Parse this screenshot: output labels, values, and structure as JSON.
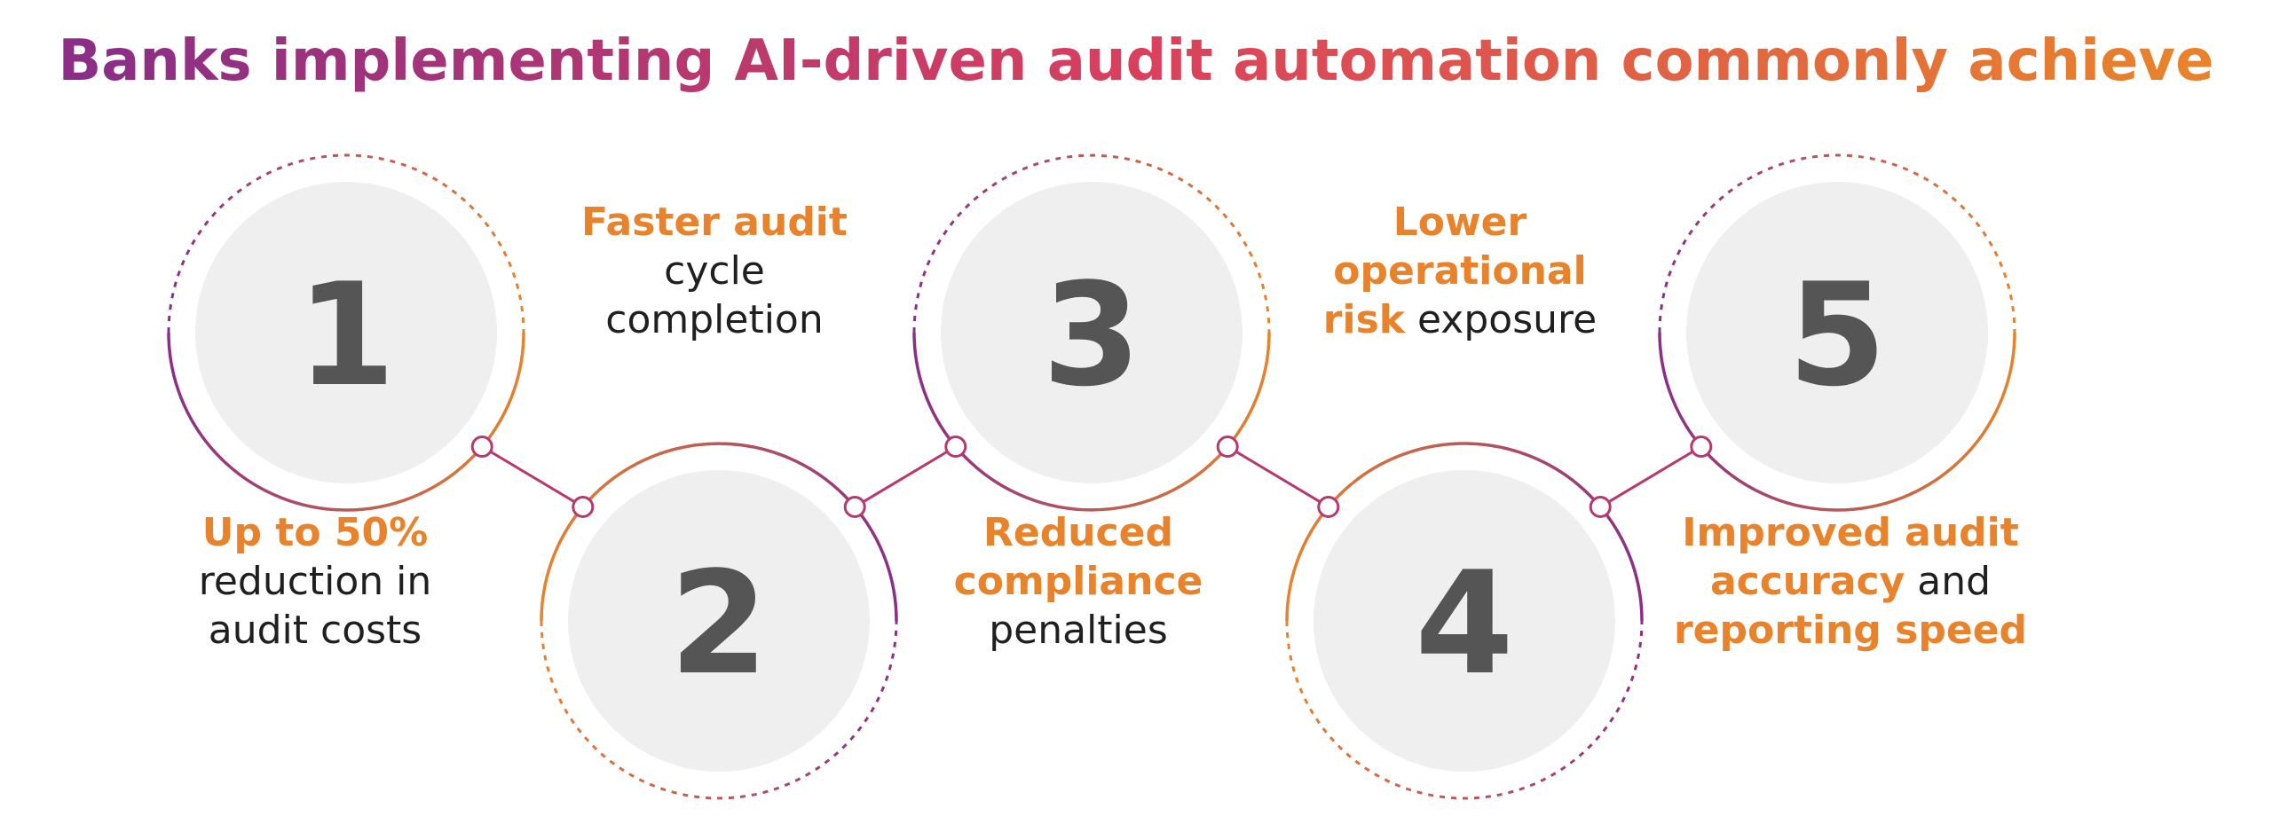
{
  "title": "Banks implementing AI-driven audit automation commonly achieve",
  "colors": {
    "purple": "#8B2E86",
    "magenta": "#C8336A",
    "orange": "#E8822B",
    "disk": "#EFEFEF",
    "number": "#555555",
    "text": "#1F1F1F"
  },
  "steps": [
    {
      "number": "1",
      "caption": [
        [
          {
            "t": "Up to 50%",
            "hl": true
          }
        ],
        [
          {
            "t": "reduction in",
            "hl": false
          }
        ],
        [
          {
            "t": "audit costs",
            "hl": false
          }
        ]
      ]
    },
    {
      "number": "2",
      "caption": [
        [
          {
            "t": "Faster audit",
            "hl": true
          }
        ],
        [
          {
            "t": "cycle",
            "hl": false
          }
        ],
        [
          {
            "t": "completion",
            "hl": false
          }
        ]
      ]
    },
    {
      "number": "3",
      "caption": [
        [
          {
            "t": "Reduced",
            "hl": true
          }
        ],
        [
          {
            "t": "compliance",
            "hl": true
          }
        ],
        [
          {
            "t": "penalties",
            "hl": false
          }
        ]
      ]
    },
    {
      "number": "4",
      "caption": [
        [
          {
            "t": "Lower",
            "hl": true
          }
        ],
        [
          {
            "t": "operational",
            "hl": true
          }
        ],
        [
          {
            "t": "risk",
            "hl": true
          },
          {
            "t": " exposure",
            "hl": false
          }
        ]
      ]
    },
    {
      "number": "5",
      "caption": [
        [
          {
            "t": "Improved audit",
            "hl": true
          }
        ],
        [
          {
            "t": "accuracy",
            "hl": true
          },
          {
            "t": " and",
            "hl": false
          }
        ],
        [
          {
            "t": "reporting speed",
            "hl": true
          }
        ]
      ]
    }
  ]
}
